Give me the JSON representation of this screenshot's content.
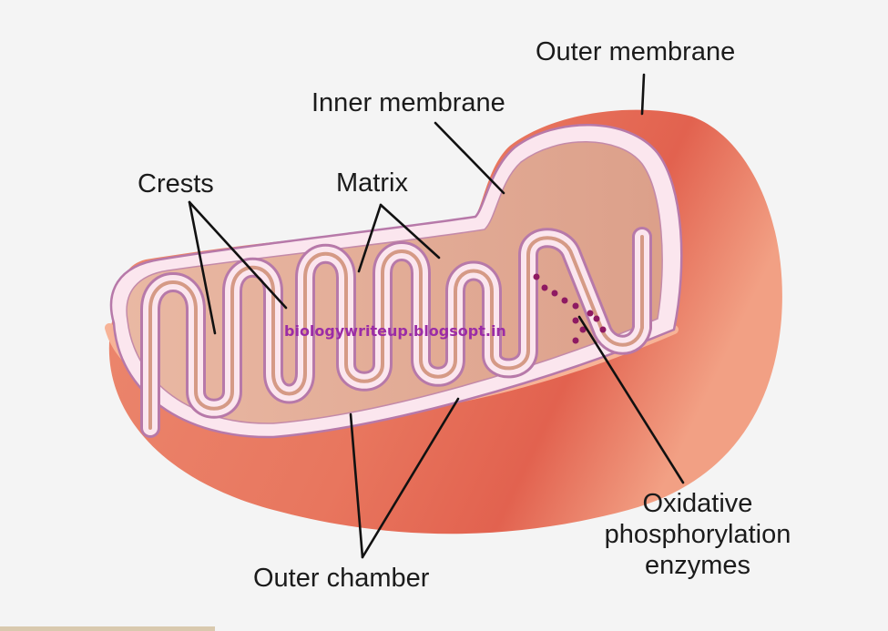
{
  "labels": {
    "outer_membrane": "Outer membrane",
    "inner_membrane": "Inner membrane",
    "crests": "Crests",
    "matrix": "Matrix",
    "oxidative_line1": "Oxidative",
    "oxidative_line2": "phosphorylation",
    "oxidative_line3": "enzymes",
    "outer_chamber": "Outer chamber"
  },
  "watermark": "biologywriteup.blogsopt.in",
  "colors": {
    "outer_body": "#e8765e",
    "outer_body_light": "#f3a487",
    "inner_membrane": "#fbe6ee",
    "membrane_outline": "#b779a9",
    "matrix_fill": "#e2ac96",
    "enzyme_dots": "#8e1a62",
    "watermark": "#9b2ca6",
    "leader_lines": "#111111"
  }
}
